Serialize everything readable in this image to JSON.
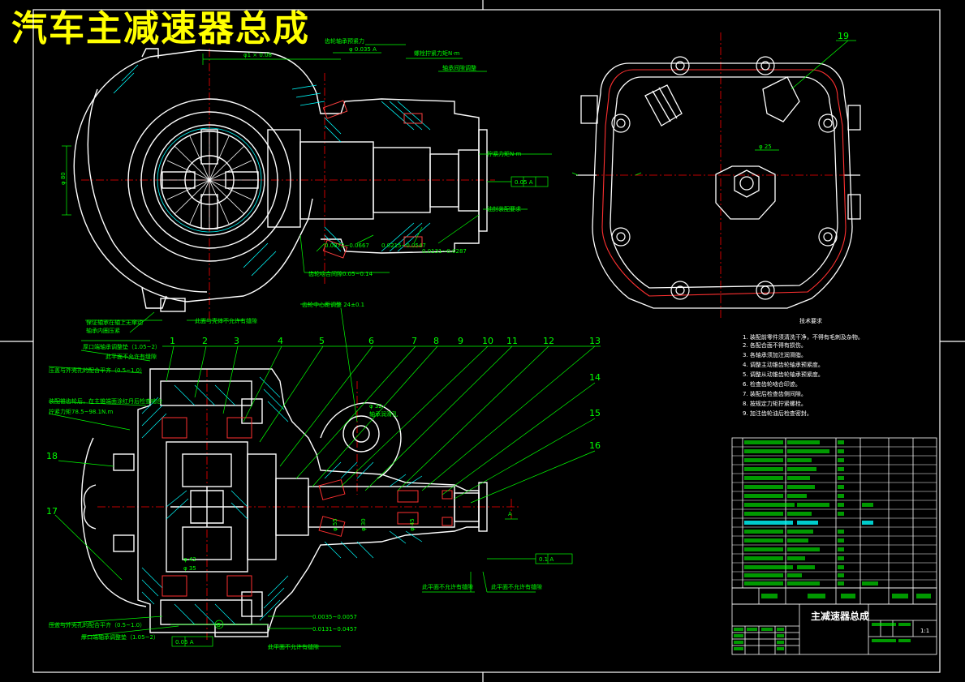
{
  "title": "汽车主减速器总成",
  "title_block": {
    "drawing_name": "主减速器总成",
    "scale": "1:1"
  },
  "tech_requirements_heading": "技术要求",
  "datum_label": "A",
  "callouts": [
    "1",
    "2",
    "3",
    "4",
    "5",
    "6",
    "7",
    "8",
    "9",
    "10",
    "11",
    "12",
    "13",
    "14",
    "15",
    "16",
    "17",
    "18",
    "19"
  ],
  "colors": {
    "background": "#000000",
    "title": "#ffff00",
    "frame": "#ffffff",
    "outline": "#ffffff",
    "hidden_line": "#00ffff",
    "centerline": "#ff0000",
    "dimension": "#00ff00",
    "hatch": "#00ffff"
  }
}
